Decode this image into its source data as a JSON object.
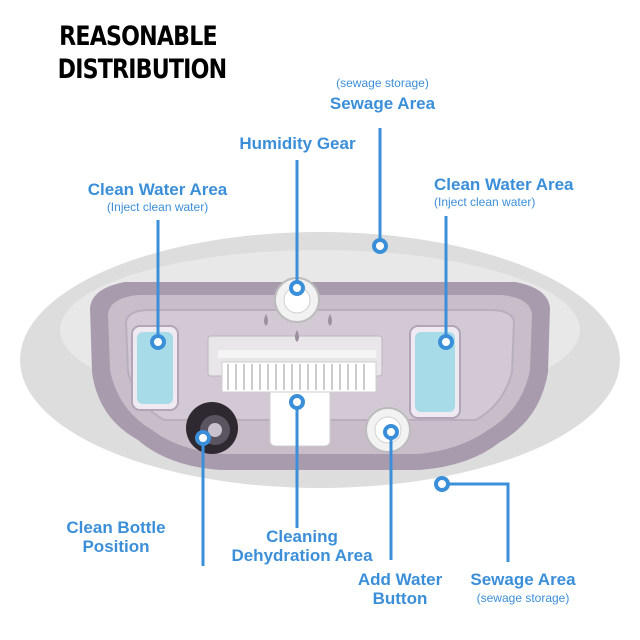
{
  "heading": {
    "line1": "REASONABLE",
    "line2": "DISTRIBUTION"
  },
  "labels": {
    "sewage_top": {
      "title": "Sewage Area",
      "sub": "(sewage storage)"
    },
    "humidity_gear": {
      "title": "Humidity Gear"
    },
    "clean_water_left": {
      "title": "Clean Water Area",
      "sub": "(Inject clean water)"
    },
    "clean_water_right": {
      "title": "Clean Water Area",
      "sub": "(Inject clean water)"
    },
    "clean_bottle": {
      "line1": "Clean Bottle",
      "line2": "Position"
    },
    "cleaning": {
      "line1": "Cleaning",
      "line2": "Dehydration Area"
    },
    "add_water": {
      "line1": "Add Water",
      "line2": "Button"
    },
    "sewage_bottom": {
      "title": "Sewage Area",
      "sub": "(sewage storage)"
    }
  },
  "colors": {
    "accent": "#3b8fd9",
    "body_gray": "#dcdcdc",
    "frame_purple": "#a89aad",
    "water_blue": "#a8dbe8"
  }
}
